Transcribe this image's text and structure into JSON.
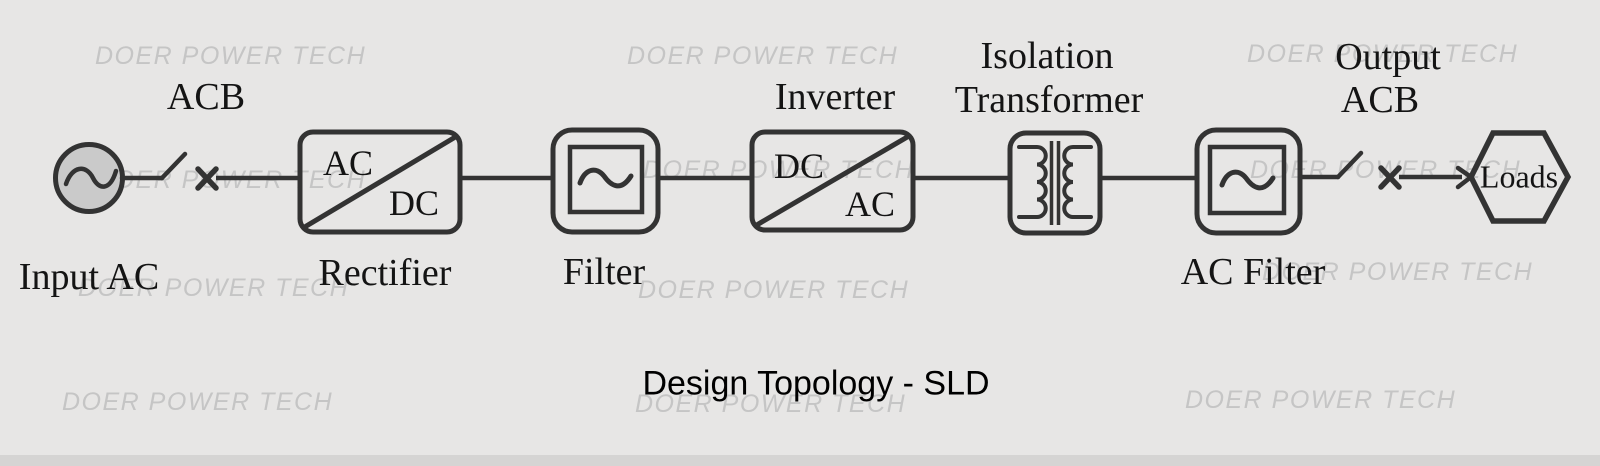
{
  "title": "Design Topology - SLD",
  "watermark": "DOER POWER TECH",
  "colors": {
    "background": "#e7e6e5",
    "line": "#333333",
    "source_fill": "#cacaca",
    "watermark": "#c5c5c5",
    "label": "#141414",
    "title": "#000000",
    "bottom_strip": "#d5d4d3"
  },
  "components": {
    "source": {
      "label": "Input AC",
      "icon": "ac-source-icon"
    },
    "input_breaker": {
      "label": "ACB",
      "icon": "breaker-switch-icon"
    },
    "rectifier": {
      "label": "Rectifier",
      "input": "AC",
      "output": "DC",
      "icon": "ac-dc-converter-icon"
    },
    "dc_filter": {
      "label": "Filter",
      "icon": "filter-icon"
    },
    "inverter": {
      "label": "Inverter",
      "input": "DC",
      "output": "AC",
      "icon": "dc-ac-converter-icon"
    },
    "transformer": {
      "label_line1": "Isolation",
      "label_line2": "Transformer",
      "icon": "transformer-icon"
    },
    "ac_filter": {
      "label": "AC Filter",
      "icon": "filter-icon"
    },
    "output_breaker": {
      "label_line1": "Output",
      "label_line2": "ACB",
      "icon": "breaker-switch-icon"
    },
    "loads": {
      "label": "Loads",
      "icon": "load-hexagon-icon"
    }
  }
}
